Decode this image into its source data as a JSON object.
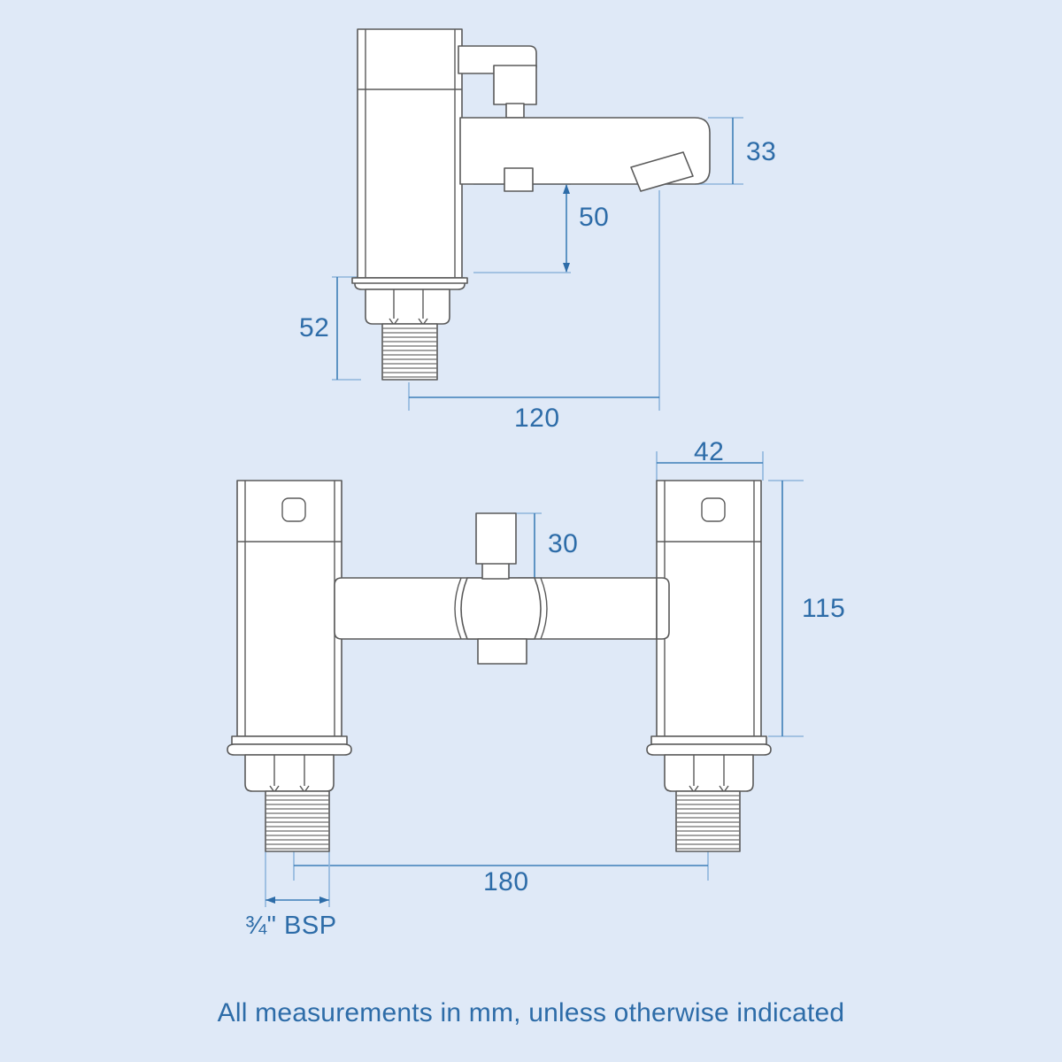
{
  "sheet": {
    "background_color": "#dfe9f7",
    "line_color": "#5a5a5a",
    "dimension_color": "#2d6ca8",
    "fill_color": "#ffffff"
  },
  "caption": {
    "text": "All measurements in mm, unless otherwise indicated"
  },
  "views": [
    {
      "name": "side-elevation",
      "description": "Side view of bath filler mixer tap with spout and diverter"
    },
    {
      "name": "front-elevation",
      "description": "Front view of bath filler mixer tap with two handles and central diverter"
    }
  ],
  "dimensions": {
    "spout_height_33": {
      "value": "33",
      "unit": "mm",
      "label": "33"
    },
    "spout_reach_50": {
      "value": "50",
      "unit": "mm",
      "label": "50"
    },
    "tail_length_52": {
      "value": "52",
      "unit": "mm",
      "label": "52"
    },
    "overall_depth_120": {
      "value": "120",
      "unit": "mm",
      "label": "120"
    },
    "handle_width_42": {
      "value": "42",
      "unit": "mm",
      "label": "42"
    },
    "diverter_height_30": {
      "value": "30",
      "unit": "mm",
      "label": "30"
    },
    "body_height_115": {
      "value": "115",
      "unit": "mm",
      "label": "115"
    },
    "tap_centres_180": {
      "value": "180",
      "unit": "mm",
      "label": "180"
    },
    "thread_size": {
      "value": "¾\" BSP",
      "label": "¾\" BSP"
    }
  },
  "chart_data": {
    "type": "table",
    "title": "Bath filler tap dimensions",
    "categories": [
      "33",
      "50",
      "52",
      "120",
      "42",
      "30",
      "115",
      "180",
      "¾\" BSP"
    ],
    "values": [
      33,
      50,
      52,
      120,
      42,
      30,
      115,
      180,
      null
    ],
    "unit": "mm",
    "note": "All measurements in mm, unless otherwise indicated"
  }
}
